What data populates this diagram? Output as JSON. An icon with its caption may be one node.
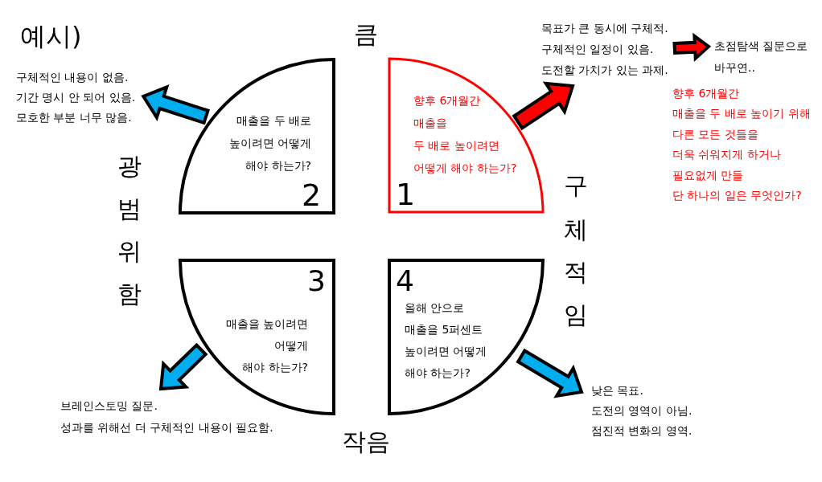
{
  "diagram": {
    "title": "예시)",
    "nodes": [
      {
        "text": [
          "구체적인 내용이 없음. 기간 명시 안 되어 있음. 모호한 부분 너무 많음."
        ]
      },
      {
        "text": [
          "매출을 두 배로 높이려면 어떻게 해야 하는가?",
          "2"
        ]
      },
      {
        "text": [
          "향후 6개월간 매출을 두 배로 높이려면 어떻게 해야 하는가?",
          "1"
        ]
      },
      {
        "text": [
          "목표가 큰 동시에 구체적. 구체적인 일정이 있음. 도전할 가치가 있는 과제."
        ]
      },
      {
        "text": [
          "초점탐색 질문으로 바꾸연.."
        ]
      },
      {
        "text": [
          "3",
          "매출을 높이려면 어떻게 해야 하는가?"
        ]
      },
      {
        "text": [
          "4",
          "올해 안으로 매출을 5퍼센트 높이려면 어떻게 해야 하는가?"
        ]
      },
      {
        "text": [
          "브레인스토밍 질문. 성과를 위해선 더 구체적인 내용이 필요함."
        ]
      },
      {
        "text": [
          "낮은 목표. 도전의 영역이 아님. 점진적 변화의 영역."
        ]
      }
    ],
    "edges": [
      {
        "from": 1,
        "to": 0,
        "arrow": "to"
      },
      {
        "from": 2,
        "to": 3,
        "arrow": "to",
        "color": "#ff0000"
      },
      {
        "from": 3,
        "to": 4,
        "arrow": "to",
        "color": "#ff0000"
      },
      {
        "from": 5,
        "to": 7,
        "arrow": "to"
      },
      {
        "from": 6,
        "to": 8,
        "arrow": "to"
      }
    ],
    "labels": [
      "큼",
      "향후 6개월간 매출을 두 배로 높이기 위해 다른 모든 것들을 더욱 쉬워지게 하거나 필요없게 만들 단 하나의 일은 무엇인가?",
      "광범위함",
      "구체적임",
      "작음"
    ]
  }
}
